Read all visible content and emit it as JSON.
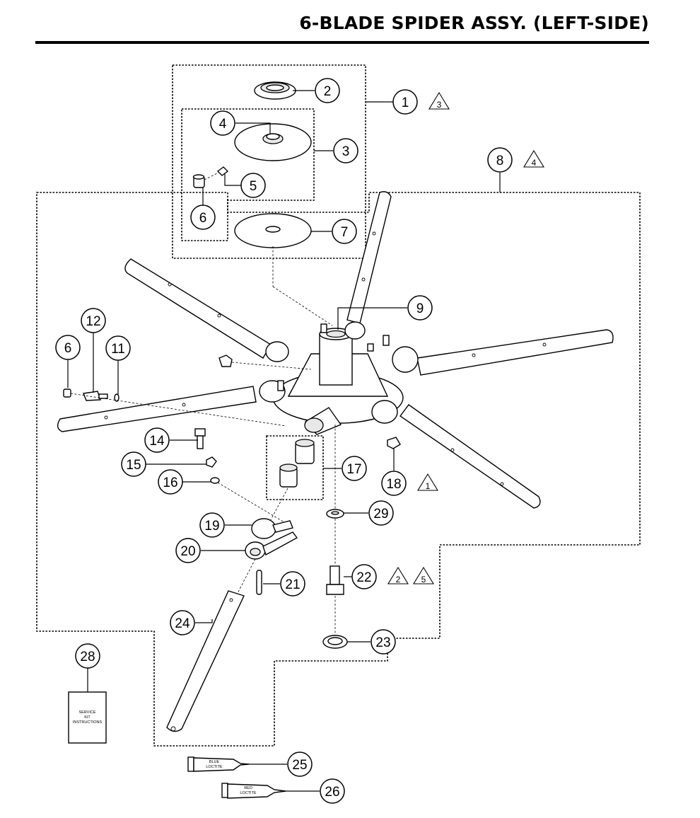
{
  "title": "6-BLADE SPIDER ASSY. (LEFT-SIDE)",
  "callouts": [
    {
      "id": "c1",
      "num": "1",
      "warn": [
        "3"
      ]
    },
    {
      "id": "c2",
      "num": "2",
      "warn": []
    },
    {
      "id": "c3",
      "num": "3",
      "warn": []
    },
    {
      "id": "c4",
      "num": "4",
      "warn": []
    },
    {
      "id": "c5",
      "num": "5",
      "warn": []
    },
    {
      "id": "c6a",
      "num": "6",
      "warn": []
    },
    {
      "id": "c7",
      "num": "7",
      "warn": []
    },
    {
      "id": "c8",
      "num": "8",
      "warn": [
        "4"
      ]
    },
    {
      "id": "c9",
      "num": "9",
      "warn": []
    },
    {
      "id": "c12",
      "num": "12",
      "warn": []
    },
    {
      "id": "c6b",
      "num": "6",
      "warn": []
    },
    {
      "id": "c11",
      "num": "11",
      "warn": []
    },
    {
      "id": "c14",
      "num": "14",
      "warn": []
    },
    {
      "id": "c15",
      "num": "15",
      "warn": []
    },
    {
      "id": "c16",
      "num": "16",
      "warn": []
    },
    {
      "id": "c17",
      "num": "17",
      "warn": []
    },
    {
      "id": "c18",
      "num": "18",
      "warn": [
        "1"
      ]
    },
    {
      "id": "c29",
      "num": "29",
      "warn": []
    },
    {
      "id": "c19",
      "num": "19",
      "warn": []
    },
    {
      "id": "c20",
      "num": "20",
      "warn": []
    },
    {
      "id": "c21",
      "num": "21",
      "warn": []
    },
    {
      "id": "c22",
      "num": "22",
      "warn": [
        "2",
        "5"
      ]
    },
    {
      "id": "c24",
      "num": "24",
      "warn": []
    },
    {
      "id": "c23",
      "num": "23",
      "warn": []
    },
    {
      "id": "c28",
      "num": "28",
      "warn": []
    },
    {
      "id": "c25",
      "num": "25",
      "warn": []
    },
    {
      "id": "c26",
      "num": "26",
      "warn": []
    }
  ],
  "kit_card": {
    "lines": [
      "SERVICE",
      "KIT",
      "INSTRUCTIONS"
    ]
  },
  "tubes": [
    {
      "id": "blue",
      "lines": [
        "BLUE",
        "LOCTITE"
      ]
    },
    {
      "id": "red",
      "lines": [
        "RED",
        "LOCTITE"
      ]
    }
  ]
}
